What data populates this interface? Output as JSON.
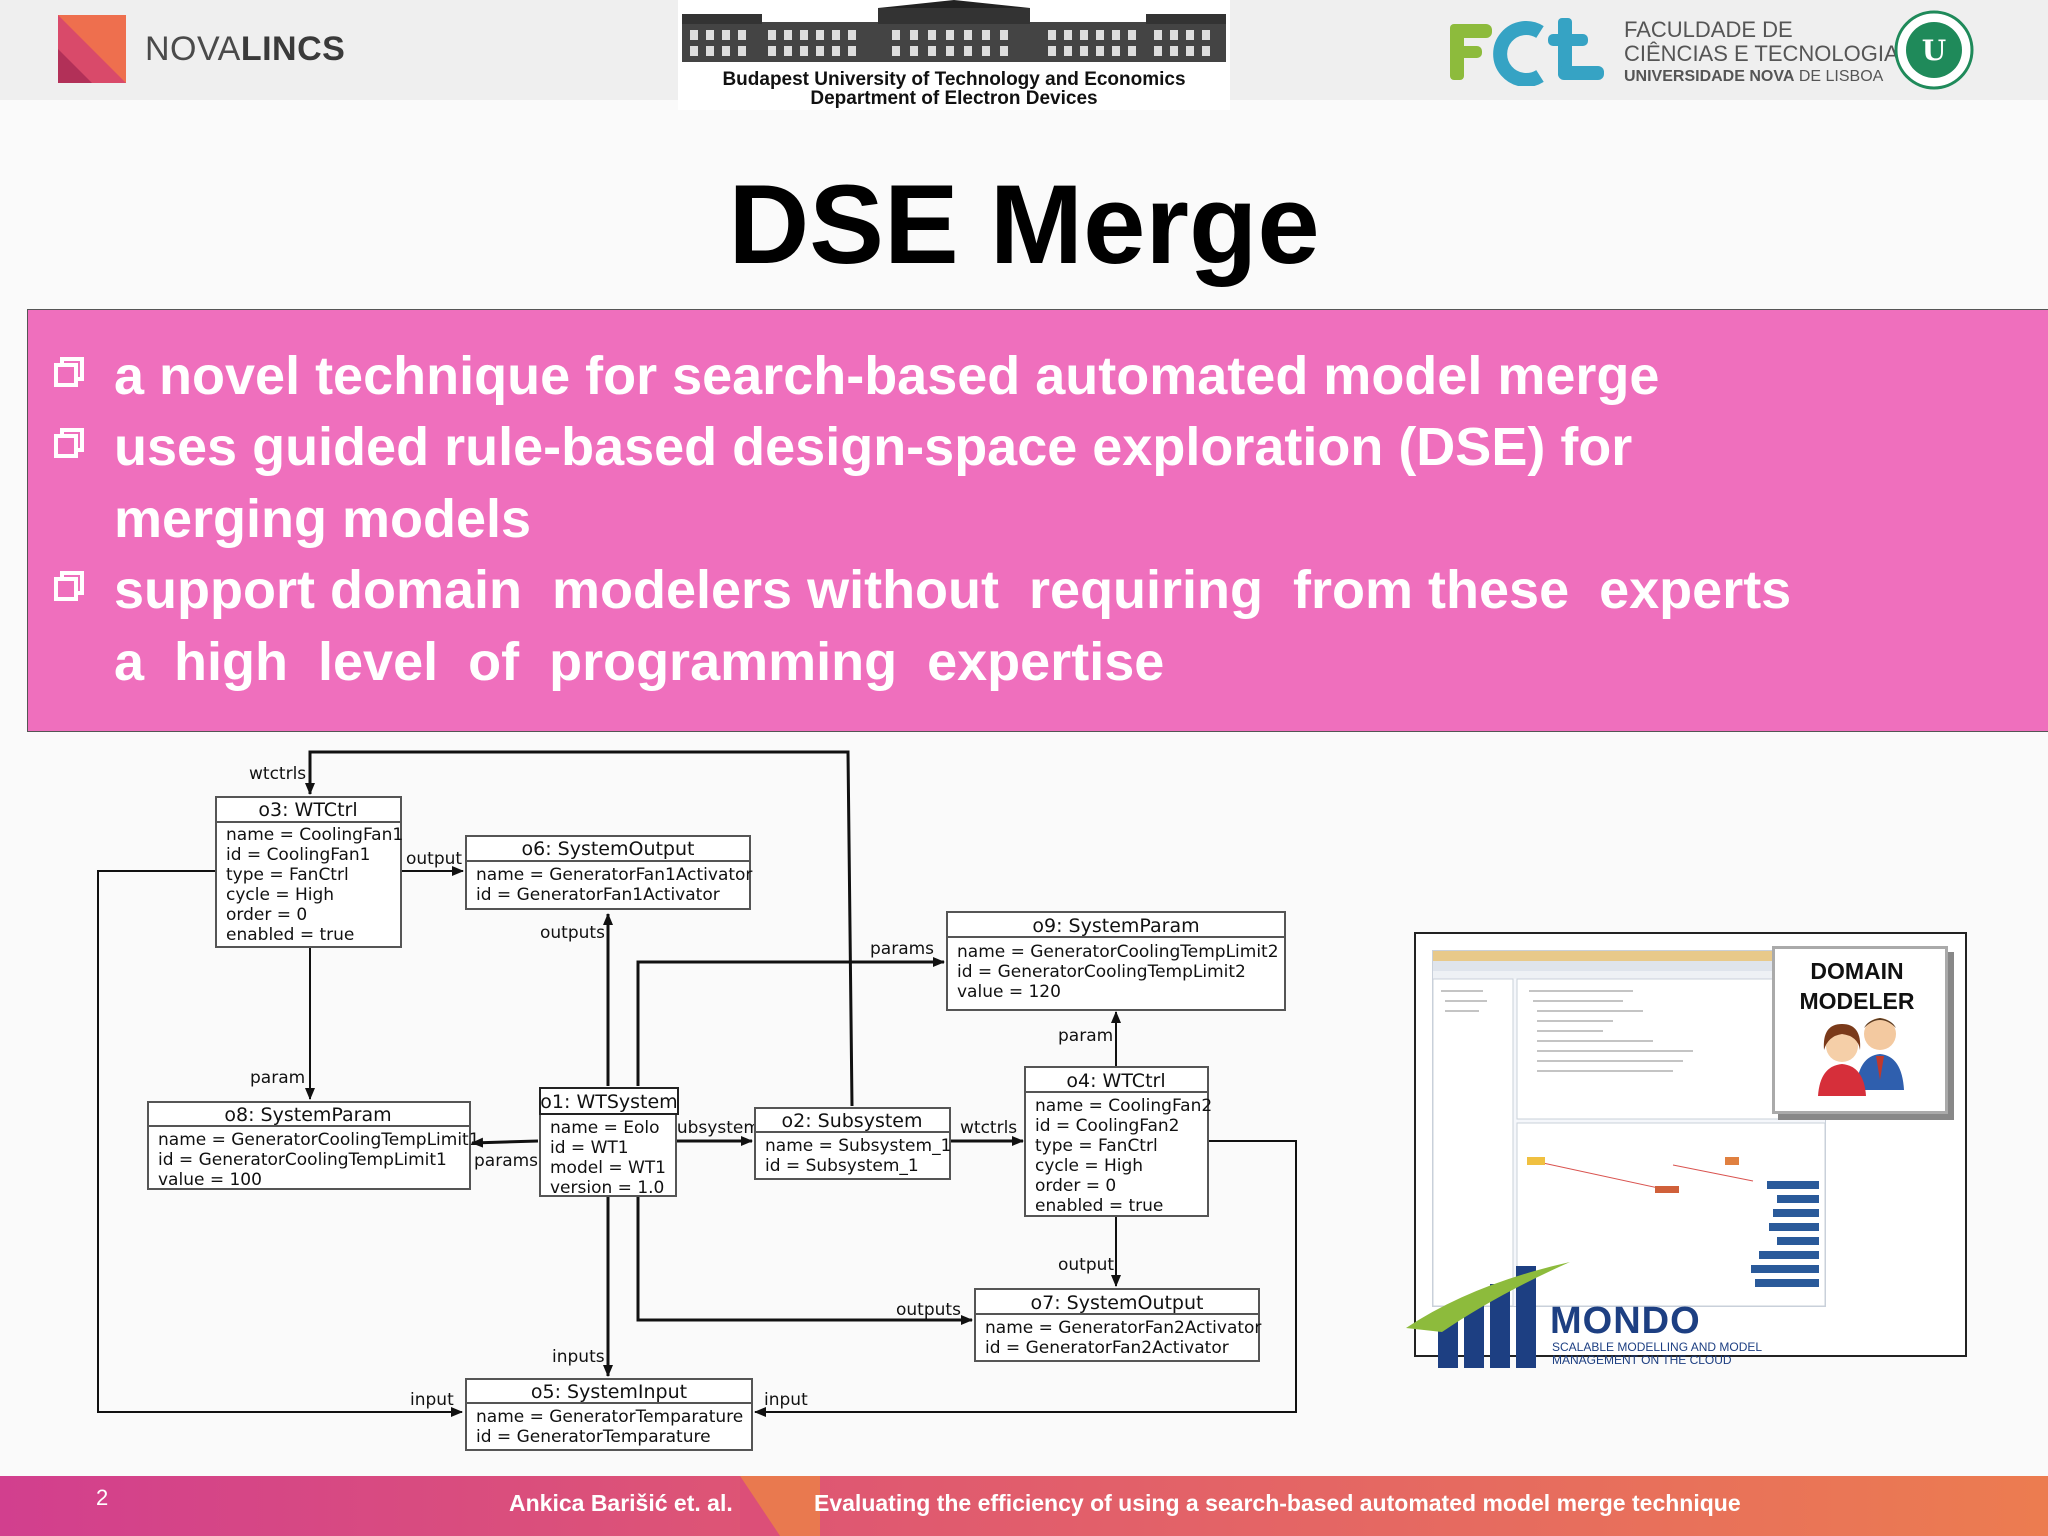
{
  "header": {
    "novalincs": {
      "part1": "NOVA",
      "part2": "LINCS"
    },
    "bme": {
      "line1": "Budapest University of Technology and Economics",
      "line2": "Department of Electron Devices"
    },
    "fct": {
      "line1": "FACULDADE DE",
      "line2": "CIÊNCIAS E TECNOLOGIA",
      "line3_bold": "UNIVERSIDADE NOVA",
      "line3_rest": " DE LISBOA"
    }
  },
  "title": "DSE Merge",
  "bullets": {
    "l1": "a novel technique for search-based automated model merge",
    "l2": "uses guided rule-based design-space exploration (DSE) for",
    "l3": "merging models",
    "l4": "support domain  modelers without  requiring  from these  experts",
    "l5": "a  high  level  of  programming  expertise"
  },
  "diagram": {
    "o3": {
      "title": "o3: WTCtrl",
      "a1": "name = CoolingFan1",
      "a2": "id = CoolingFan1",
      "a3": "type = FanCtrl",
      "a4": "cycle = High",
      "a5": "order = 0",
      "a6": "enabled = true"
    },
    "o6": {
      "title": "o6: SystemOutput",
      "a1": "name = GeneratorFan1Activator",
      "a2": "id = GeneratorFan1Activator"
    },
    "o9": {
      "title": "o9: SystemParam",
      "a1": "name = GeneratorCoolingTempLimit2",
      "a2": "id = GeneratorCoolingTempLimit2",
      "a3": "value = 120"
    },
    "o8": {
      "title": "o8: SystemParam",
      "a1": "name = GeneratorCoolingTempLimit1",
      "a2": "id = GeneratorCoolingTempLimit1",
      "a3": "value = 100"
    },
    "o1": {
      "title": "o1: WTSystem",
      "a1": "name = Eolo",
      "a2": "id = WT1",
      "a3": "model = WT1",
      "a4": "version = 1.0"
    },
    "o2": {
      "title": "o2: Subsystem",
      "a1": "name = Subsystem_1",
      "a2": "id = Subsystem_1"
    },
    "o4": {
      "title": "o4: WTCtrl",
      "a1": "name = CoolingFan2",
      "a2": "id = CoolingFan2",
      "a3": "type = FanCtrl",
      "a4": "cycle = High",
      "a5": "order = 0",
      "a6": "enabled = true"
    },
    "o7": {
      "title": "o7: SystemOutput",
      "a1": "name = GeneratorFan2Activator",
      "a2": "id = GeneratorFan2Activator"
    },
    "o5": {
      "title": "o5: SystemInput",
      "a1": "name = GeneratorTemparature",
      "a2": "id = GeneratorTemparature"
    },
    "labels": {
      "wtctrls_top": "wtctrls",
      "output_o3": "output",
      "outputs_o1": "outputs",
      "params_o9": "params",
      "param_o8": "param",
      "param_o9": "param",
      "subsystems": "subsystems",
      "params_o8": "params",
      "wtctrls_o4": "wtctrls",
      "output_o4": "output",
      "outputs_o7": "outputs",
      "inputs": "inputs",
      "input_left": "input",
      "input_right": "input"
    }
  },
  "mondo": {
    "domain_modeler": "DOMAIN\nMODELER",
    "word": "MONDO",
    "sub1": "SCALABLE MODELLING AND MODEL",
    "sub2": "MANAGEMENT ON THE CLOUD"
  },
  "footer": {
    "page": "2",
    "author": "Ankica Barišić et. al.",
    "title": "Evaluating the efficiency of using a search-based automated model merge technique"
  },
  "colors": {
    "pink": "#ef6fbd",
    "footer_start": "#d23f8e",
    "footer_end": "#ec7c50",
    "mondo_blue": "#1d3f82"
  }
}
